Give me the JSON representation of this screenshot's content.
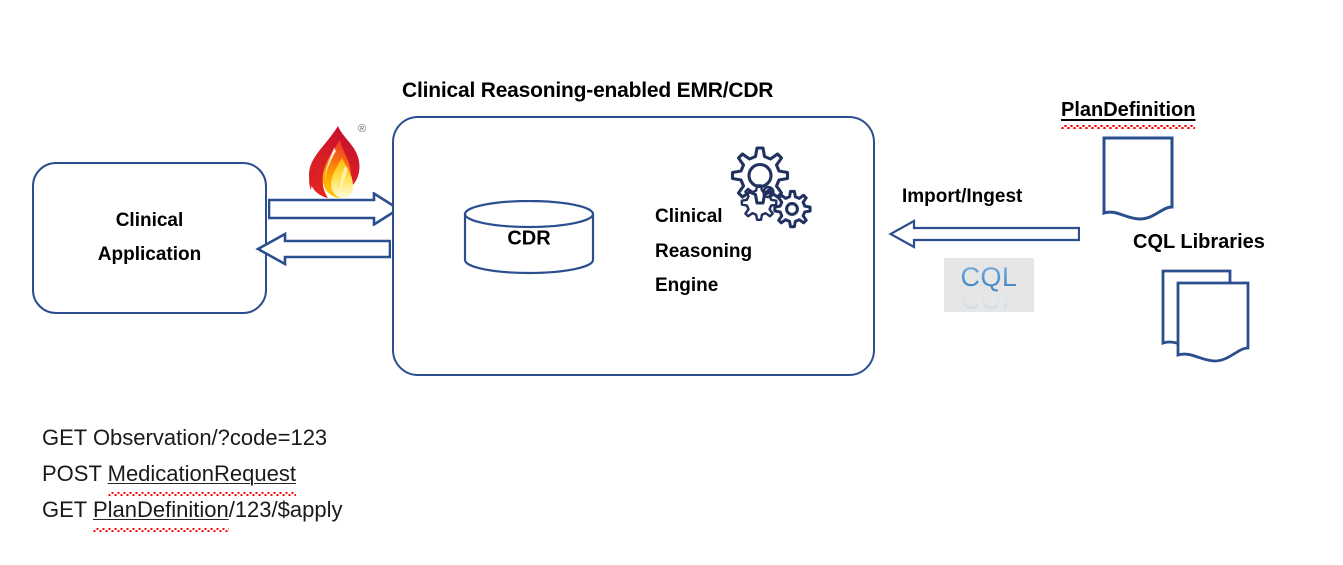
{
  "diagram": {
    "title": "Clinical Reasoning-enabled EMR/CDR",
    "accent_color": "#2b4f8e",
    "background_color": "#ffffff"
  },
  "nodes": {
    "clinical_application": {
      "line1": "Clinical",
      "line2": "Application"
    },
    "emr_cdr": {
      "title": "Clinical Reasoning-enabled EMR/CDR",
      "cdr_label": "CDR",
      "engine_line1": "Clinical",
      "engine_line2": "Reasoning",
      "engine_line3": "Engine"
    },
    "plan_definition": {
      "label": "PlanDefinition"
    },
    "cql_libraries": {
      "label": "CQL Libraries"
    },
    "cql_logo": {
      "text": "CQL"
    }
  },
  "arrows": {
    "app_to_emr": {
      "direction": "right"
    },
    "emr_to_app": {
      "direction": "left"
    },
    "import_ingest": {
      "label": "Import/Ingest",
      "direction": "left"
    }
  },
  "icons": {
    "fhir_flame": {
      "registered_mark": "®"
    }
  },
  "requests": {
    "lines": [
      {
        "method": "GET",
        "resource": "Observation",
        "rest": "/?code=123",
        "misspelled": false
      },
      {
        "method": "POST",
        "resource": "MedicationRequest",
        "rest": "",
        "misspelled": true
      },
      {
        "method": "GET",
        "resource": "PlanDefinition",
        "rest": "/123/$apply",
        "misspelled": true
      }
    ],
    "line1_full": "GET Observation/?code=123",
    "line2_prefix": "POST ",
    "line2_resource": "MedicationRequest",
    "line3_prefix": "GET ",
    "line3_resource": "PlanDefinition",
    "line3_suffix": "/123/$apply"
  }
}
